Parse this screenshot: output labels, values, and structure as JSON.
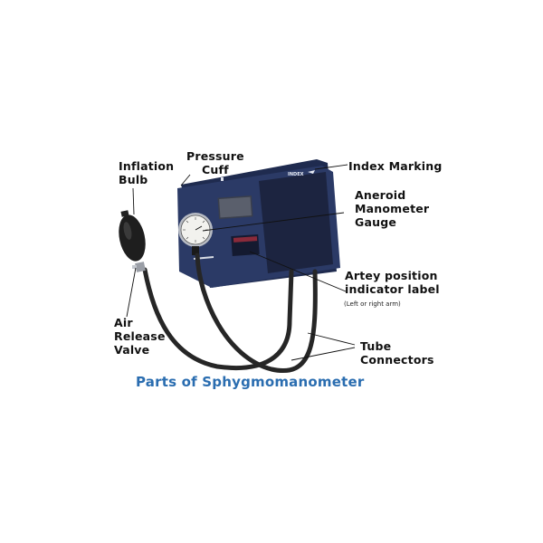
{
  "diagram": {
    "title": "Parts of Sphygmomanometer",
    "colors": {
      "title": "#2a6db0",
      "cuff": "#27355e",
      "tubing": "#222222",
      "labels": "#111111"
    },
    "labels": {
      "inflation_bulb": {
        "line1": "Inflation",
        "line2": "Bulb"
      },
      "pressure_cuff": {
        "line1": "Pressure",
        "line2": "Cuff"
      },
      "index_marking": {
        "line1": "Index Marking"
      },
      "aneroid_gauge": {
        "line1": "Aneroid",
        "line2": "Manometer",
        "line3": "Gauge"
      },
      "artery_label": {
        "line1": "Artey position",
        "line2": "indicator label",
        "note": "(Left or right arm)"
      },
      "air_release_valve": {
        "line1": "Air",
        "line2": "Release",
        "line3": "Valve"
      },
      "tube_connectors": {
        "line1": "Tube",
        "line2": "Connectors"
      }
    },
    "cuff_text": {
      "index": "INDEX"
    }
  }
}
